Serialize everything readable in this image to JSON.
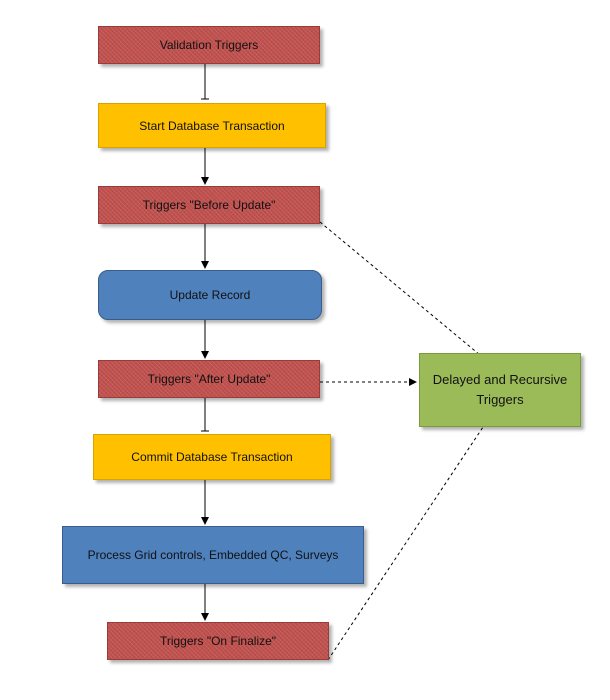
{
  "diagram": {
    "nodes": {
      "validation_triggers": "Validation Triggers",
      "start_transaction": "Start Database Transaction",
      "before_update": "Triggers \"Before Update\"",
      "update_record": "Update Record",
      "after_update": "Triggers \"After Update\"",
      "commit_transaction": "Commit Database Transaction",
      "process_grid": "Process Grid controls, Embedded QC, Surveys",
      "on_finalize": "Triggers \"On Finalize\"",
      "delayed_recursive": "Delayed and Recursive Triggers"
    },
    "colors": {
      "trigger_red": "#c0504d",
      "transaction_yellow": "#ffc000",
      "process_blue": "#4f81bd",
      "delayed_green": "#9bbb59",
      "arrow": "#000000"
    },
    "edges": [
      {
        "from": "validation_triggers",
        "to": "start_transaction",
        "style": "solid"
      },
      {
        "from": "start_transaction",
        "to": "before_update",
        "style": "solid"
      },
      {
        "from": "before_update",
        "to": "update_record",
        "style": "solid"
      },
      {
        "from": "update_record",
        "to": "after_update",
        "style": "solid"
      },
      {
        "from": "after_update",
        "to": "commit_transaction",
        "style": "solid"
      },
      {
        "from": "commit_transaction",
        "to": "process_grid",
        "style": "solid"
      },
      {
        "from": "process_grid",
        "to": "on_finalize",
        "style": "solid"
      },
      {
        "from": "before_update",
        "to": "delayed_recursive",
        "style": "dashed"
      },
      {
        "from": "after_update",
        "to": "delayed_recursive",
        "style": "dashed"
      },
      {
        "from": "on_finalize",
        "to": "delayed_recursive",
        "style": "dashed"
      }
    ]
  }
}
